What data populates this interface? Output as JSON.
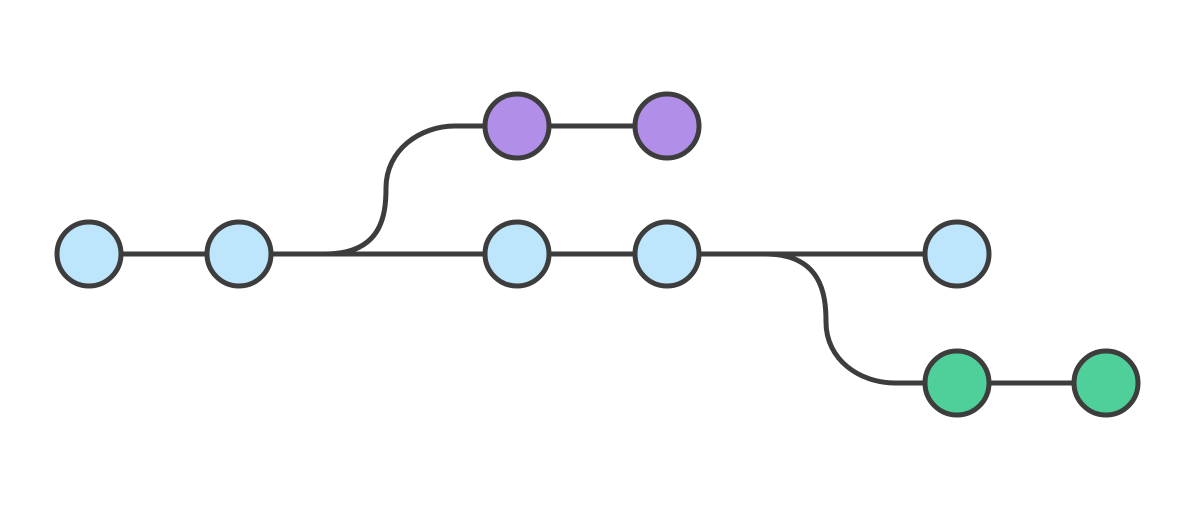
{
  "diagram": {
    "type": "git-branch-graph",
    "colors": {
      "line": "#3d3d3d",
      "main": "#bde5fb",
      "feature_purple": "#b18fe9",
      "feature_green": "#4fcf9a",
      "background": "#ffffff"
    },
    "branches": [
      {
        "id": "main",
        "color_key": "main",
        "commit_count": 5
      },
      {
        "id": "purple",
        "color_key": "feature_purple",
        "commit_count": 2,
        "forks_from_main_commit": 2
      },
      {
        "id": "green",
        "color_key": "feature_green",
        "commit_count": 2,
        "forks_from_main_commit": 4
      }
    ]
  }
}
